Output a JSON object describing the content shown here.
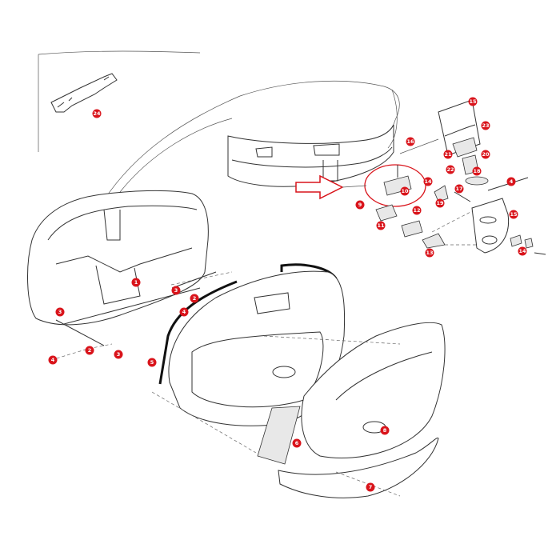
{
  "diagram": {
    "callout_color": "#d9141b",
    "outline_color": "#333333",
    "callouts": [
      "24",
      "15",
      "16",
      "23",
      "21",
      "20",
      "22",
      "18",
      "10",
      "14",
      "17",
      "19",
      "4",
      "9",
      "11",
      "12",
      "15",
      "13",
      "14",
      "1",
      "3",
      "2",
      "3",
      "4",
      "2",
      "3",
      "4",
      "5",
      "6",
      "8",
      "7"
    ]
  }
}
